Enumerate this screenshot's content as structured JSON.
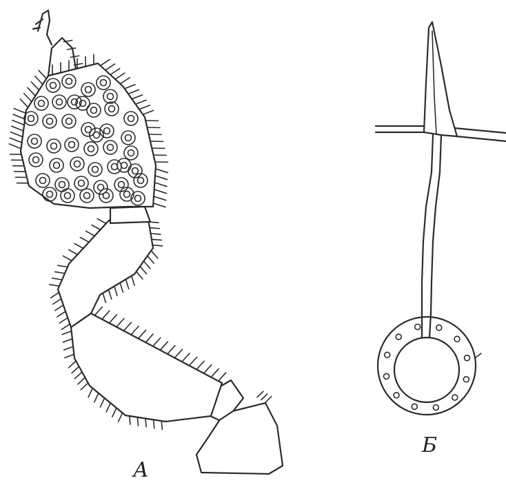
{
  "labels": {
    "figure_a": "А",
    "figure_b": "Б"
  },
  "figure_a": {
    "subject": "leg-with-sensilla",
    "sensilla_count": 44,
    "segments": [
      "pad",
      "segment-2",
      "segment-3",
      "segment-4",
      "segment-5"
    ]
  },
  "figure_b": {
    "subject": "sensory-hair-with-socket",
    "socket_pores": 12
  }
}
